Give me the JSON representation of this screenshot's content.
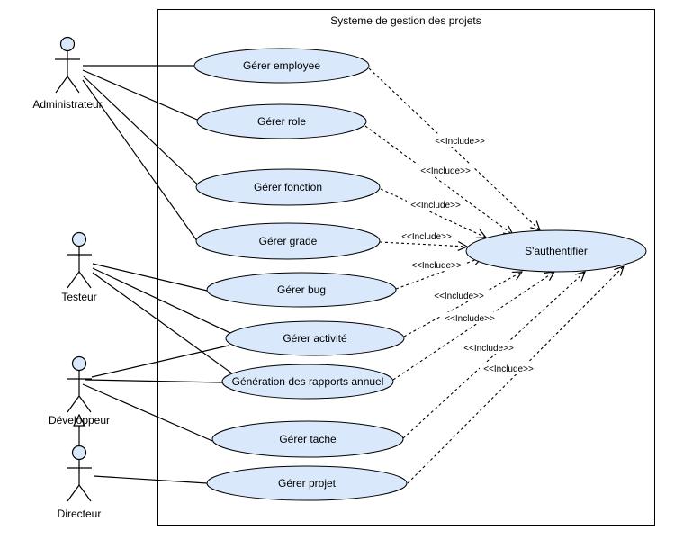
{
  "system": {
    "title": "Systeme de gestion des projets"
  },
  "actors": {
    "administrateur": "Administrateur",
    "testeur": "Testeur",
    "developpeur": "Développeur",
    "directeur": "Directeur"
  },
  "use_cases": {
    "gerer_employee": "Gérer employee",
    "gerer_role": "Gérer role",
    "gerer_fonction": "Gérer fonction",
    "gerer_grade": "Gérer grade",
    "gerer_bug": "Gérer bug",
    "gerer_activite": "Gérer activité",
    "generation_rapports": "Génération des rapports annuel",
    "gerer_tache": "Gérer tache",
    "gerer_projet": "Gérer projet",
    "authentifier": "S'authentifier"
  },
  "relation_label": "<<Include>>",
  "colors": {
    "usecase_fill": "#dae8fc",
    "stroke": "#000000"
  }
}
